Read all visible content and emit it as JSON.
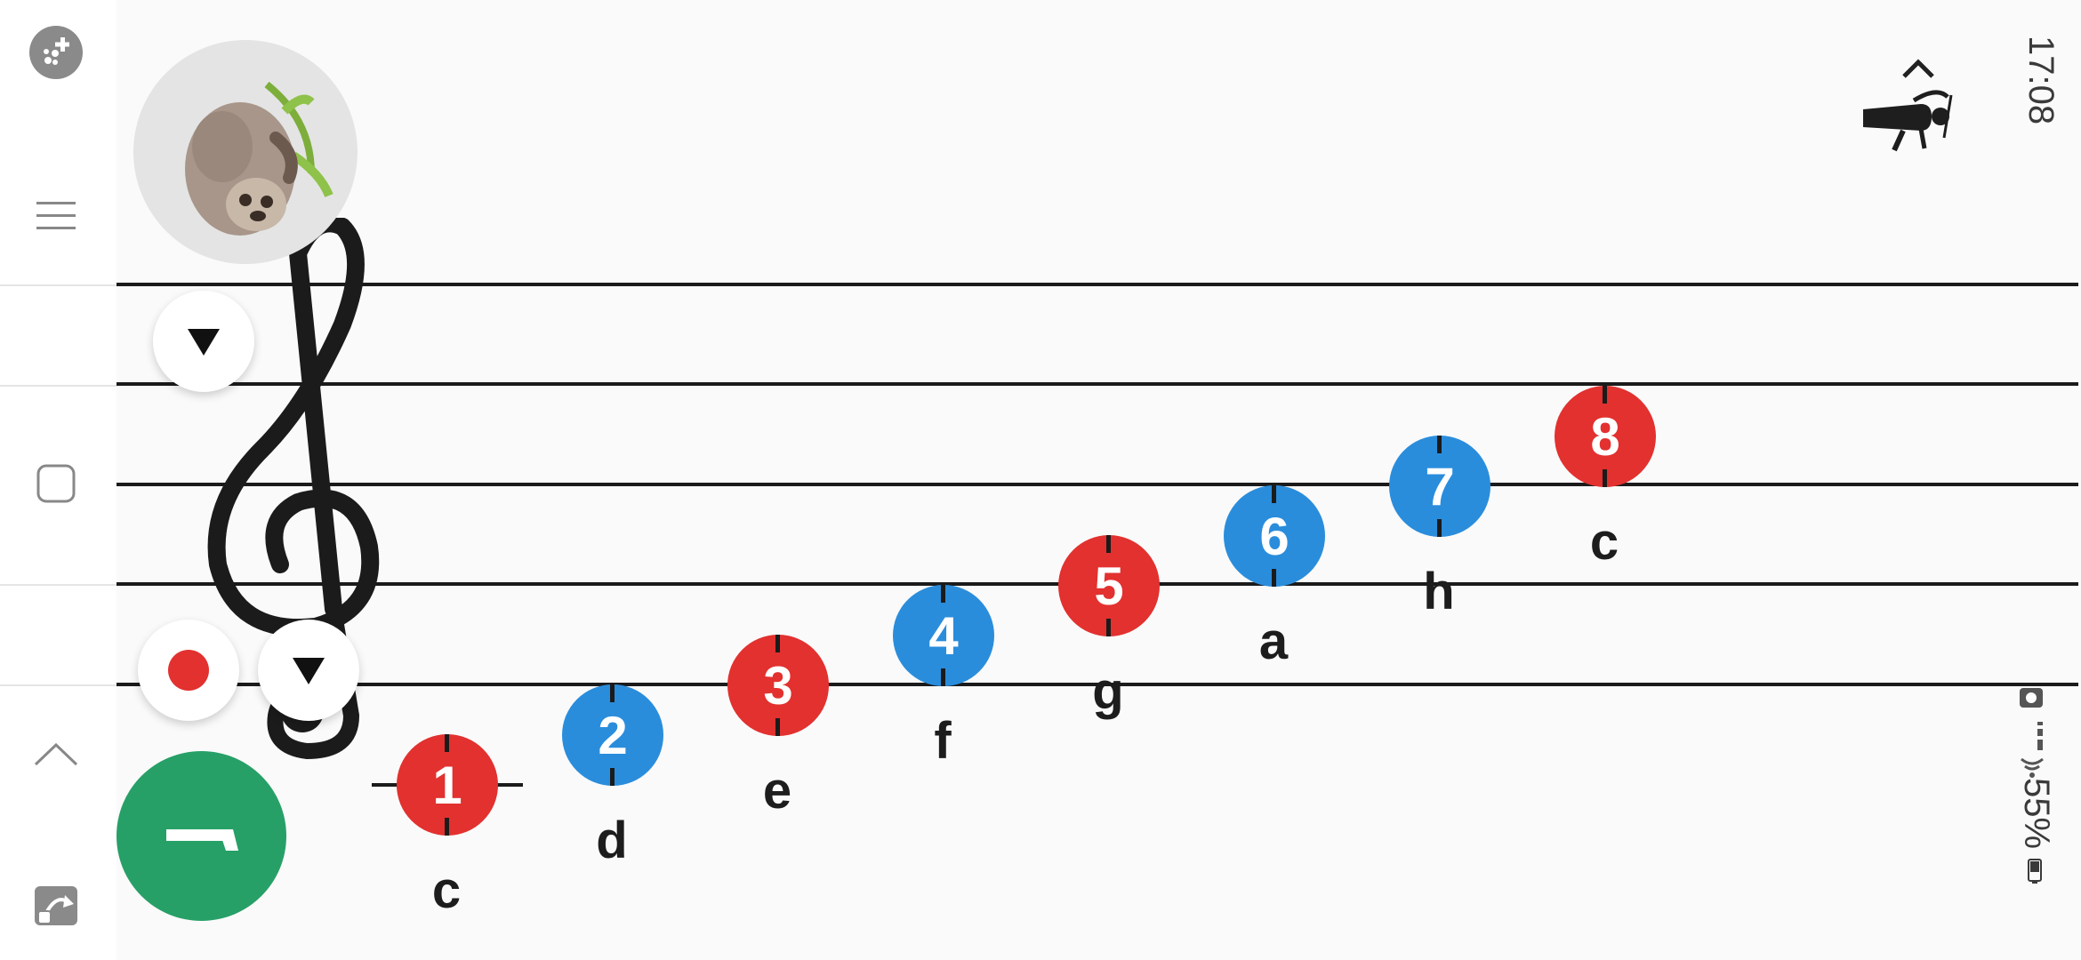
{
  "status_bar": {
    "time": "17:08",
    "battery": "55%"
  },
  "icons": {
    "game": "gamepad-icon",
    "menu": "hamburger-menu-icon",
    "home": "square-home-icon",
    "up": "chevron-up-icon",
    "rotate": "rotate-screen-icon",
    "avatar": "sloth-avatar-icon",
    "clef": "treble-clef-icon",
    "dropdown": "triangle-down-icon",
    "record": "record-dot-icon",
    "start": "number-one-icon",
    "violinist": "violinist-icon",
    "collapse": "chevron-up-icon"
  },
  "colors": {
    "red_note": "#e2312f",
    "blue_note": "#2a8ddc",
    "start_button": "#27a067",
    "record": "#e2312f"
  },
  "scale": {
    "notes": [
      {
        "number": "1",
        "name": "c",
        "color": "red"
      },
      {
        "number": "2",
        "name": "d",
        "color": "blue"
      },
      {
        "number": "3",
        "name": "e",
        "color": "red"
      },
      {
        "number": "4",
        "name": "f",
        "color": "blue"
      },
      {
        "number": "5",
        "name": "g",
        "color": "red"
      },
      {
        "number": "6",
        "name": "a",
        "color": "blue"
      },
      {
        "number": "7",
        "name": "h",
        "color": "blue"
      },
      {
        "number": "8",
        "name": "c",
        "color": "red"
      }
    ]
  }
}
